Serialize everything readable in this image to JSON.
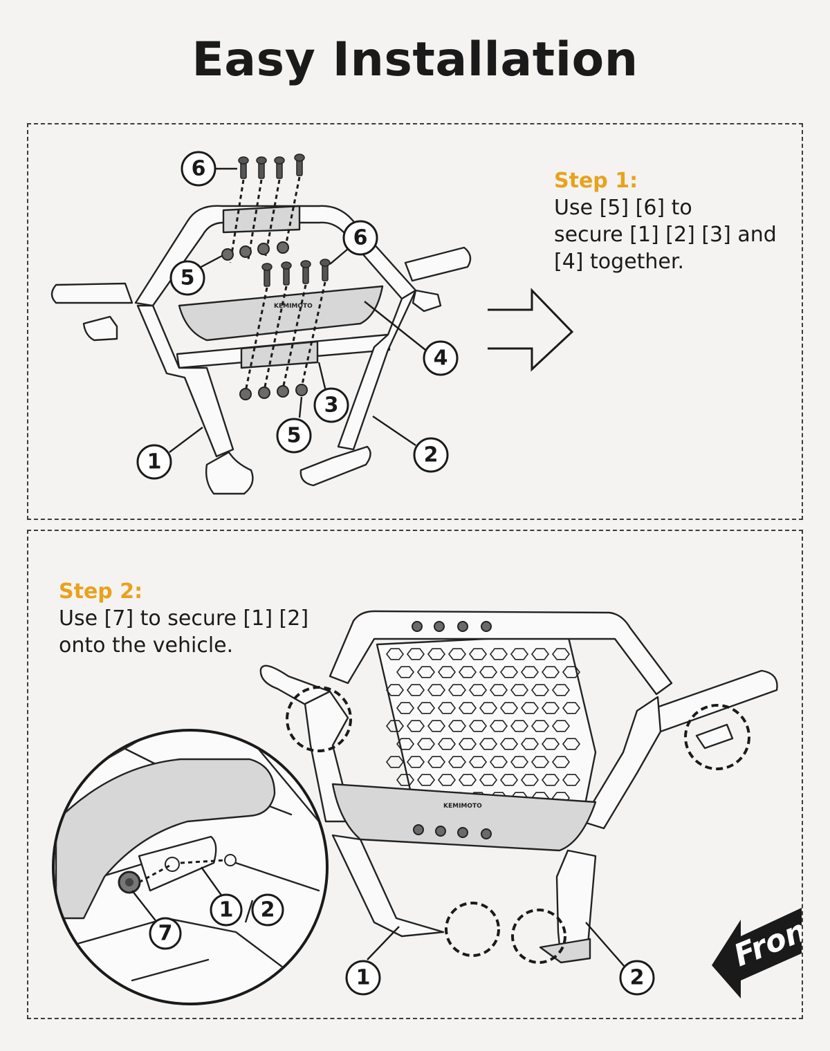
{
  "page": {
    "title": "Easy Installation"
  },
  "step1": {
    "heading": "Step 1:",
    "text": "Use [5] [6] to\nsecure [1] [2] [3] and\n[4] together."
  },
  "step2": {
    "heading": "Step 2:",
    "text": "Use [7] to secure [1] [2]\nonto the vehicle."
  },
  "callouts_step1": [
    "6",
    "6",
    "5",
    "5",
    "4",
    "3",
    "1",
    "2"
  ],
  "callouts_step2": [
    "1",
    "2",
    "1",
    "2",
    "7"
  ],
  "logo": "KEMIMOTO",
  "front_label": "Front",
  "colors": {
    "accent": "#e9a21d",
    "ink": "#1a1a1a",
    "background": "#f4f3f1",
    "part_fill": "#d7d7d7"
  }
}
